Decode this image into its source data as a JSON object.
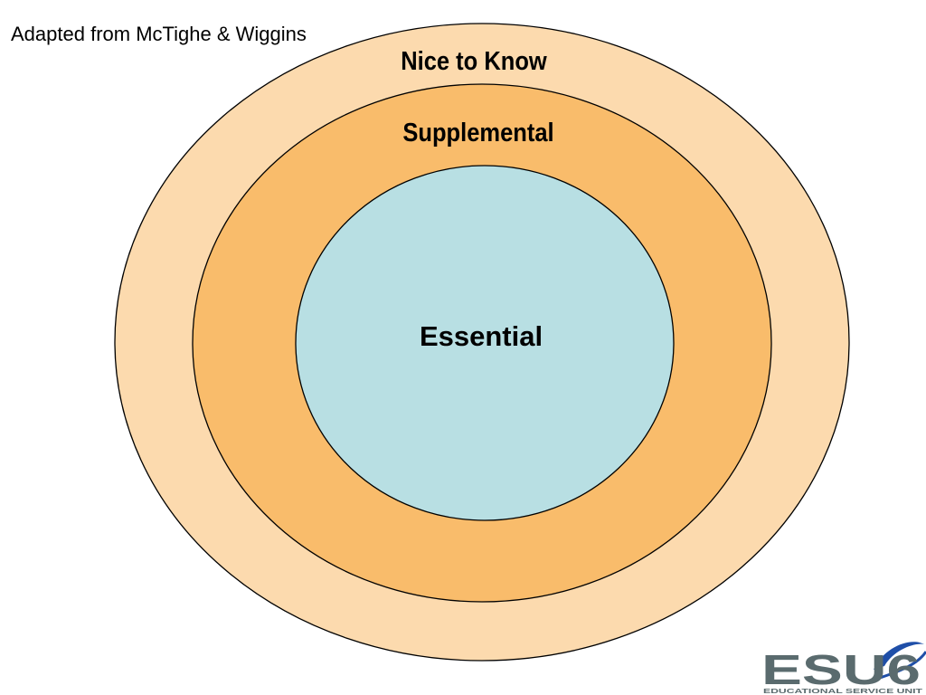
{
  "credit": "Adapted from McTighe & Wiggins",
  "rings": {
    "outer": {
      "label": "Nice to Know",
      "color": "#FCDAAE"
    },
    "middle": {
      "label": "Supplemental",
      "color": "#F9BC6B"
    },
    "inner": {
      "label": "Essential",
      "color": "#B8DFE3"
    }
  },
  "logo": {
    "wordmark": "ESU6",
    "tagline": "EDUCATIONAL SERVICE UNIT",
    "text_color": "#5A6B6E",
    "swoosh_color": "#1F4FA8"
  }
}
